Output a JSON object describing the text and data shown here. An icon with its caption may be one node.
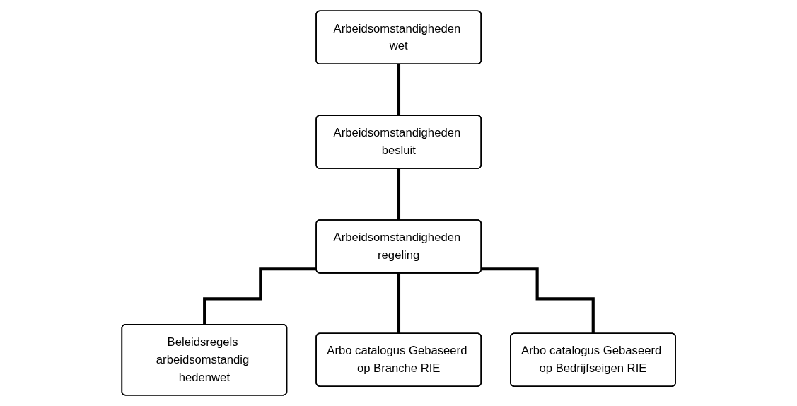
{
  "diagram": {
    "nodes": [
      {
        "text": [
          "Arbeidsomstandigheden wet"
        ]
      },
      {
        "text": [
          "Arbeidsomstandigheden besluit"
        ]
      },
      {
        "text": [
          "Arbeidsomstandigheden regeling"
        ]
      },
      {
        "text": [
          "Beleidsregels arbeidsomstandig hedenwet"
        ]
      },
      {
        "text": [
          "Arbo catalogus Gebaseerd op Branche RIE"
        ]
      },
      {
        "text": [
          "Arbo catalogus Gebaseerd op Bedrijfseigen RIE"
        ]
      }
    ],
    "edges": [
      {
        "from": 0,
        "to": 1,
        "arrow": "none"
      },
      {
        "from": 1,
        "to": 2,
        "arrow": "none"
      },
      {
        "from": 2,
        "to": 3,
        "arrow": "none"
      },
      {
        "from": 2,
        "to": 4,
        "arrow": "none"
      },
      {
        "from": 2,
        "to": 5,
        "arrow": "none"
      }
    ]
  }
}
